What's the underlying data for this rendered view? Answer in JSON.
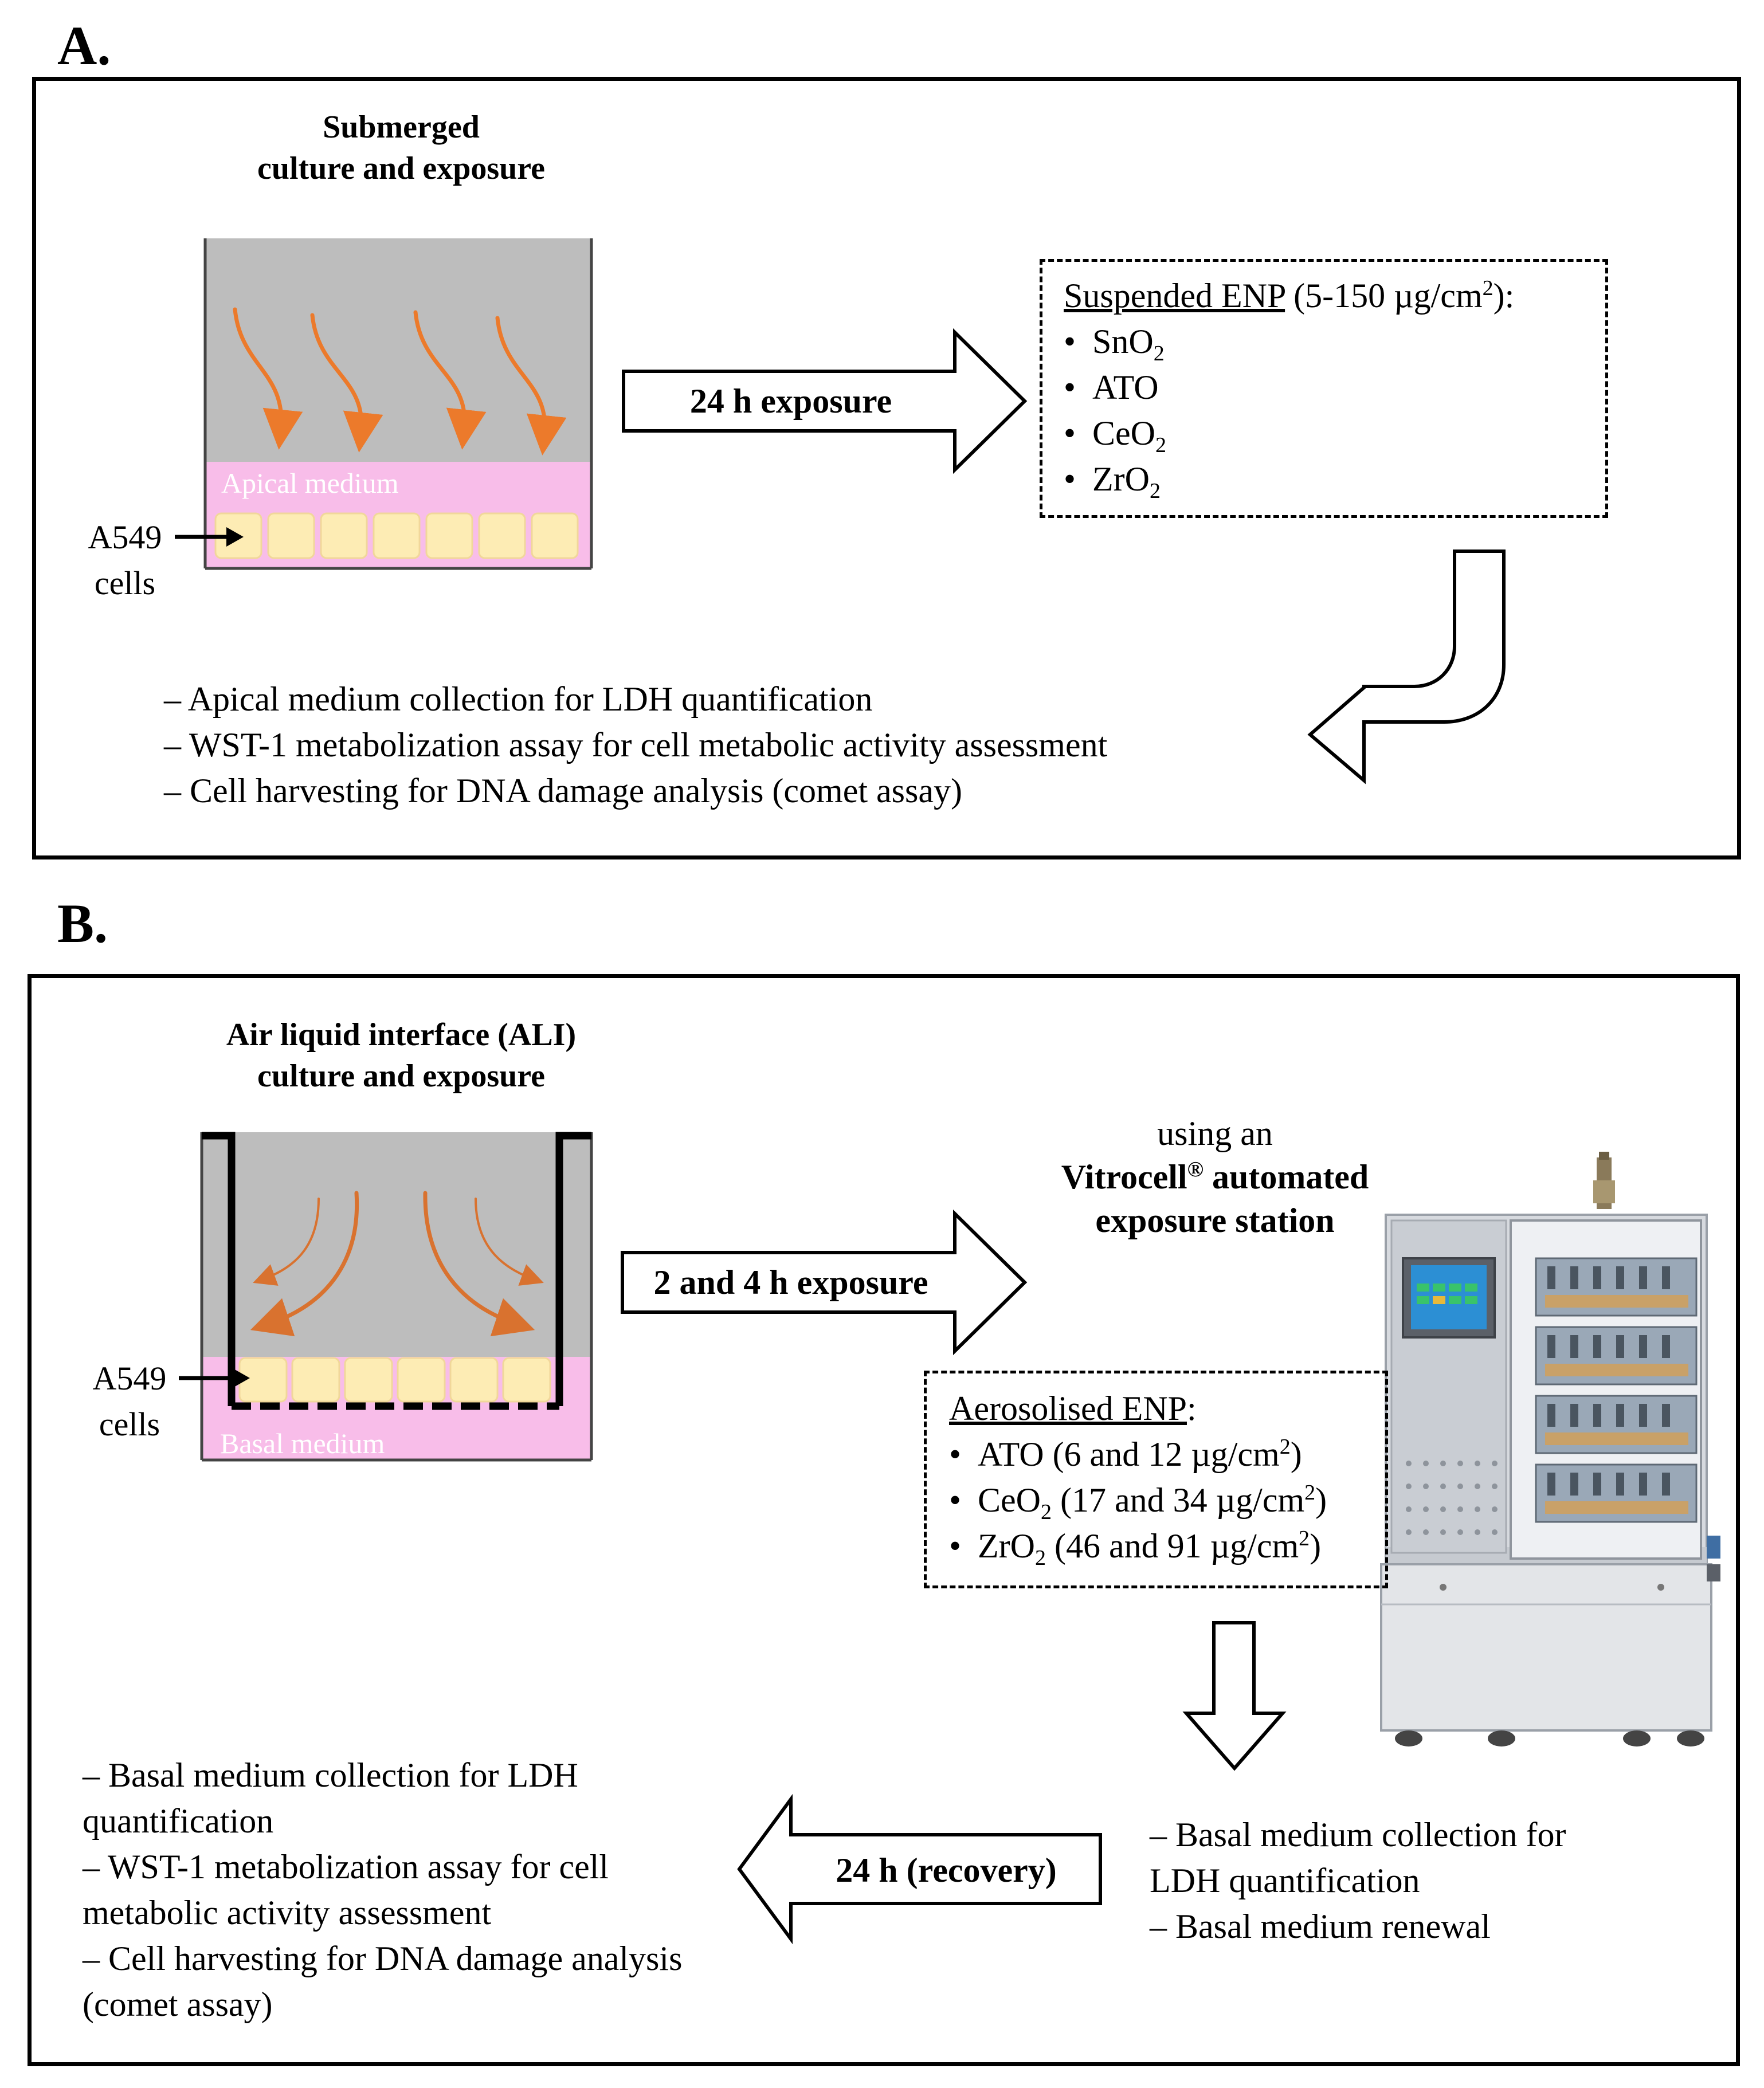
{
  "panel_a": {
    "letter": "A.",
    "title_line1": "Submerged",
    "title_line2": "culture and exposure",
    "apical_medium": "Apical medium",
    "cells_line1": "A549",
    "cells_line2": "cells",
    "arrow_label": "24 h exposure",
    "box_heading": "Suspended ENP",
    "box_range_pre": " (5-150 µg/cm",
    "box_range_sup": "2",
    "box_range_post": "):",
    "enp": [
      {
        "base": "SnO",
        "sub": "2"
      },
      {
        "base": "ATO",
        "sub": ""
      },
      {
        "base": "CeO",
        "sub": "2"
      },
      {
        "base": "ZrO",
        "sub": "2"
      }
    ],
    "outcomes": [
      "–  Apical medium collection for LDH quantification",
      "– WST-1 metabolization assay for cell metabolic activity assessment",
      "– Cell harvesting for DNA damage analysis (comet assay)"
    ]
  },
  "panel_b": {
    "letter": "B.",
    "title_line1": "Air liquid interface (ALI)",
    "title_line2": "culture and exposure",
    "basal_medium": "Basal medium",
    "cells_line1": "A549",
    "cells_line2": "cells",
    "arrow_label": "2 and 4 h exposure",
    "station_line1": "using an",
    "station_line2_pre": "Vitrocell",
    "station_line2_sup": "®",
    "station_line2_post": " automated",
    "station_line3": "exposure station",
    "box_heading": "Aerosolised ENP",
    "box_heading_post": ":",
    "enp": [
      {
        "base": "ATO",
        "sub": "",
        "dose_pre": " (6 and 12 µg/cm",
        "dose_sup": "2",
        "dose_post": ")"
      },
      {
        "base": "CeO",
        "sub": "2",
        "dose_pre": " (17 and 34 µg/cm",
        "dose_sup": "2",
        "dose_post": ")"
      },
      {
        "base": "ZrO",
        "sub": "2",
        "dose_pre": " (46 and 91 µg/cm",
        "dose_sup": "2",
        "dose_post": ")"
      }
    ],
    "recovery_label": "24 h (recovery)",
    "right_outcomes": [
      "– Basal medium collection for",
      "LDH quantification",
      "– Basal medium renewal"
    ],
    "left_outcomes": [
      "– Basal medium collection  for LDH",
      "quantification",
      "– WST-1 metabolization assay for cell",
      "metabolic activity assessment",
      "– Cell harvesting for DNA damage analysis",
      "(comet assay)"
    ]
  },
  "colors": {
    "well_gray": "#bdbdbd",
    "medium_pink": "#f8bde9",
    "cell_yellow": "#fdecb4",
    "arrow_orange": "#ec7a2b",
    "ali_arrow_orange": "#d9722f"
  }
}
